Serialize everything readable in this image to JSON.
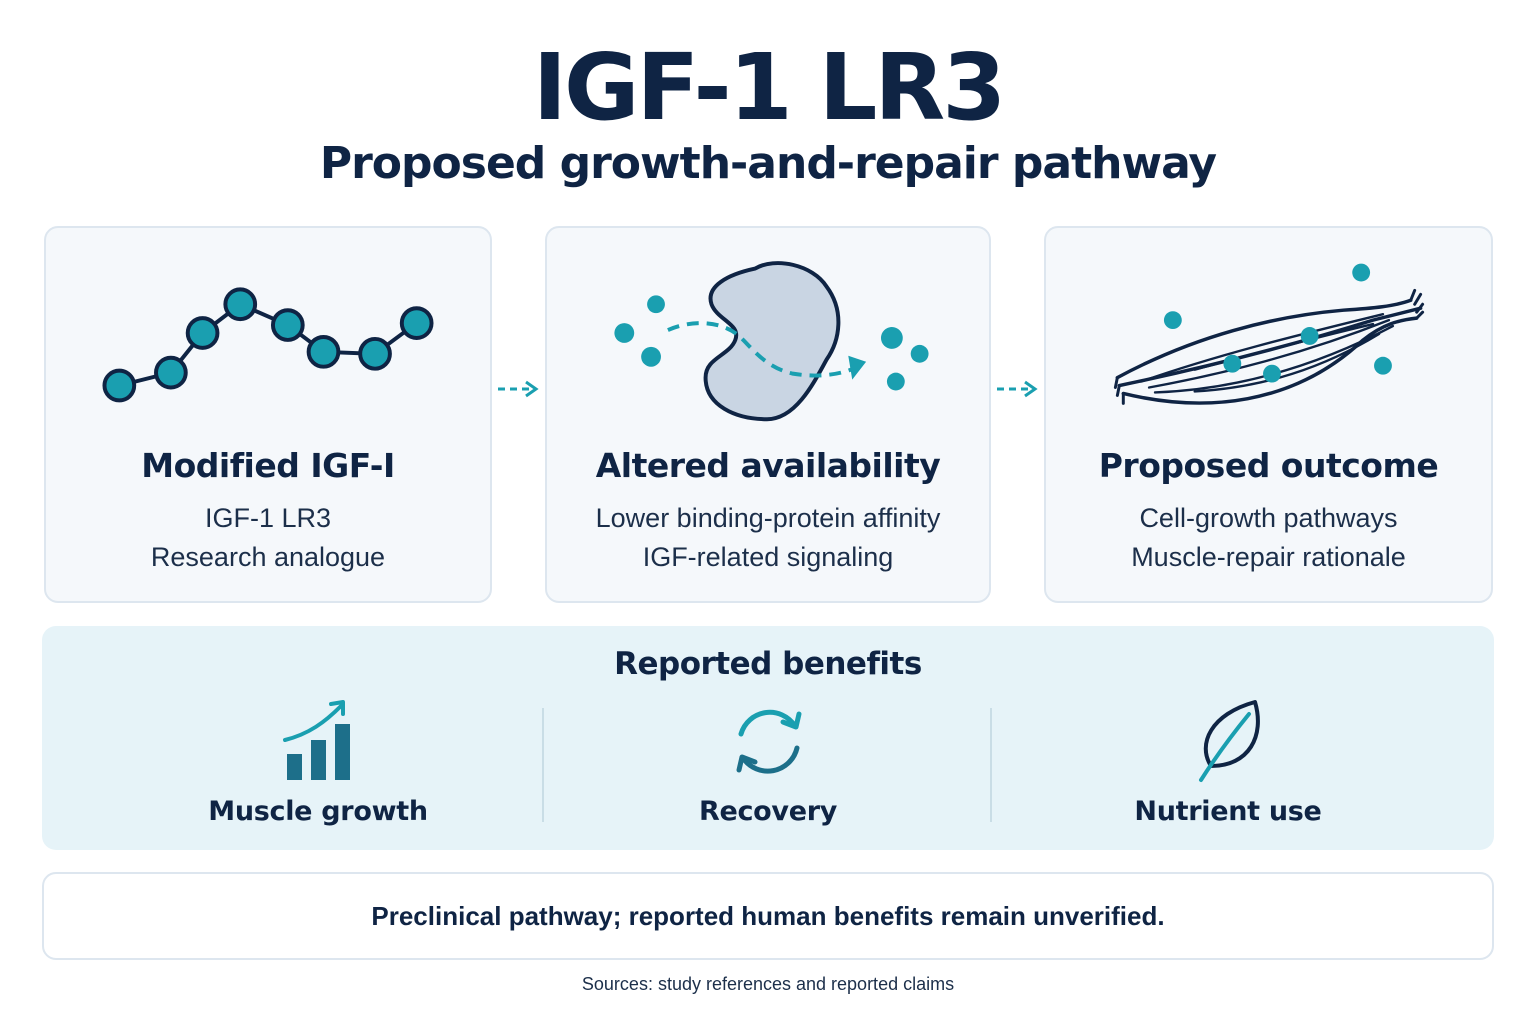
{
  "title": "IGF-1 LR3",
  "subtitle": "Proposed growth-and-repair pathway",
  "steps": [
    {
      "icon": "peptide-chain-icon",
      "title": "Modified IGF-I",
      "line1": "IGF-1 LR3",
      "line2": "Research analogue"
    },
    {
      "icon": "binding-protein-icon",
      "title": "Altered availability",
      "line1": "Lower binding-protein affinity",
      "line2": "IGF-related signaling"
    },
    {
      "icon": "muscle-fiber-icon",
      "title": "Proposed outcome",
      "line1": "Cell-growth pathways",
      "line2": "Muscle-repair rationale"
    }
  ],
  "benefits": {
    "title": "Reported benefits",
    "items": [
      {
        "icon": "growth-chart-icon",
        "label": "Muscle growth"
      },
      {
        "icon": "refresh-cycle-icon",
        "label": "Recovery"
      },
      {
        "icon": "leaf-icon",
        "label": "Nutrient use"
      }
    ]
  },
  "note": "Preclinical pathway; reported human benefits remain unverified.",
  "sources": "Sources: study references and reported claims",
  "colors": {
    "navy": "#0f2444",
    "teal": "#1a9fb0",
    "card_bg": "#f5f8fb",
    "benefits_bg": "#e6f3f8"
  }
}
